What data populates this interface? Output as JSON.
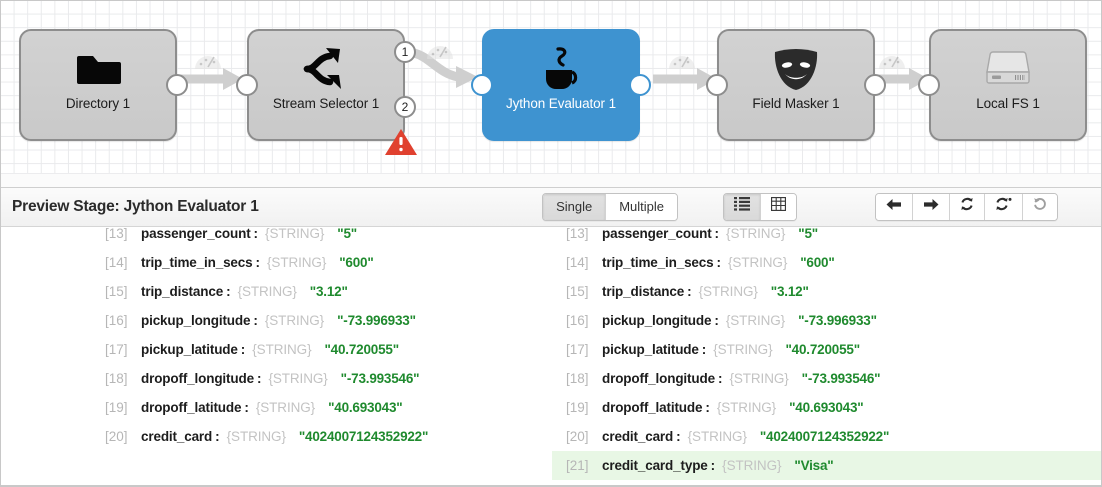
{
  "canvas": {
    "stages": [
      {
        "name": "directory",
        "label": "Directory 1",
        "icon": "folder-icon",
        "selected": false
      },
      {
        "name": "stream-selector",
        "label": "Stream Selector 1",
        "icon": "branch-icon",
        "selected": false,
        "output_ports": [
          "1",
          "2"
        ],
        "error_badge": true
      },
      {
        "name": "jython-evaluator",
        "label": "Jython Evaluator 1",
        "icon": "jython-cup-icon",
        "selected": true
      },
      {
        "name": "field-masker",
        "label": "Field Masker 1",
        "icon": "mask-icon",
        "selected": false
      },
      {
        "name": "local-fs",
        "label": "Local FS 1",
        "icon": "disk-drive-icon",
        "selected": false
      }
    ],
    "selected_color": "#3e93d0",
    "error_color": "#e0412f"
  },
  "preview": {
    "title": "Preview Stage: Jython Evaluator 1",
    "record_toggle": {
      "options": [
        {
          "name": "single",
          "label": "Single",
          "active": true
        },
        {
          "name": "multiple",
          "label": "Multiple",
          "active": false
        }
      ]
    },
    "view_toggle": {
      "options": [
        {
          "name": "list-view",
          "icon": "list-view-icon",
          "active": true
        },
        {
          "name": "table-view",
          "icon": "table-view-icon",
          "active": false
        }
      ]
    },
    "nav_buttons": [
      {
        "name": "step-back",
        "icon": "arrow-left-icon",
        "muted": false
      },
      {
        "name": "step-forward",
        "icon": "arrow-right-icon",
        "muted": false
      },
      {
        "name": "run-preview",
        "icon": "refresh-icon",
        "muted": false
      },
      {
        "name": "run-with-options",
        "icon": "refresh-star-icon",
        "muted": false
      },
      {
        "name": "revert",
        "icon": "undo-icon",
        "muted": true
      }
    ]
  },
  "input_records": {
    "panel_name": "input-record-panel",
    "rows": [
      {
        "index": "[13]",
        "field": "passenger_count",
        "type": "{STRING}",
        "value": "\"5\""
      },
      {
        "index": "[14]",
        "field": "trip_time_in_secs",
        "type": "{STRING}",
        "value": "\"600\""
      },
      {
        "index": "[15]",
        "field": "trip_distance",
        "type": "{STRING}",
        "value": "\"3.12\""
      },
      {
        "index": "[16]",
        "field": "pickup_longitude",
        "type": "{STRING}",
        "value": "\"-73.996933\""
      },
      {
        "index": "[17]",
        "field": "pickup_latitude",
        "type": "{STRING}",
        "value": "\"40.720055\""
      },
      {
        "index": "[18]",
        "field": "dropoff_longitude",
        "type": "{STRING}",
        "value": "\"-73.993546\""
      },
      {
        "index": "[19]",
        "field": "dropoff_latitude",
        "type": "{STRING}",
        "value": "\"40.693043\""
      },
      {
        "index": "[20]",
        "field": "credit_card",
        "type": "{STRING}",
        "value": "\"4024007124352922\""
      }
    ]
  },
  "output_records": {
    "panel_name": "output-record-panel",
    "highlight_color": "#e8f7e5",
    "rows": [
      {
        "index": "[13]",
        "field": "passenger_count",
        "type": "{STRING}",
        "value": "\"5\"",
        "highlight": false
      },
      {
        "index": "[14]",
        "field": "trip_time_in_secs",
        "type": "{STRING}",
        "value": "\"600\"",
        "highlight": false
      },
      {
        "index": "[15]",
        "field": "trip_distance",
        "type": "{STRING}",
        "value": "\"3.12\"",
        "highlight": false
      },
      {
        "index": "[16]",
        "field": "pickup_longitude",
        "type": "{STRING}",
        "value": "\"-73.996933\"",
        "highlight": false
      },
      {
        "index": "[17]",
        "field": "pickup_latitude",
        "type": "{STRING}",
        "value": "\"40.720055\"",
        "highlight": false
      },
      {
        "index": "[18]",
        "field": "dropoff_longitude",
        "type": "{STRING}",
        "value": "\"-73.993546\"",
        "highlight": false
      },
      {
        "index": "[19]",
        "field": "dropoff_latitude",
        "type": "{STRING}",
        "value": "\"40.693043\"",
        "highlight": false
      },
      {
        "index": "[20]",
        "field": "credit_card",
        "type": "{STRING}",
        "value": "\"4024007124352922\"",
        "highlight": false
      },
      {
        "index": "[21]",
        "field": "credit_card_type",
        "type": "{STRING}",
        "value": "\"Visa\"",
        "highlight": true
      }
    ]
  }
}
